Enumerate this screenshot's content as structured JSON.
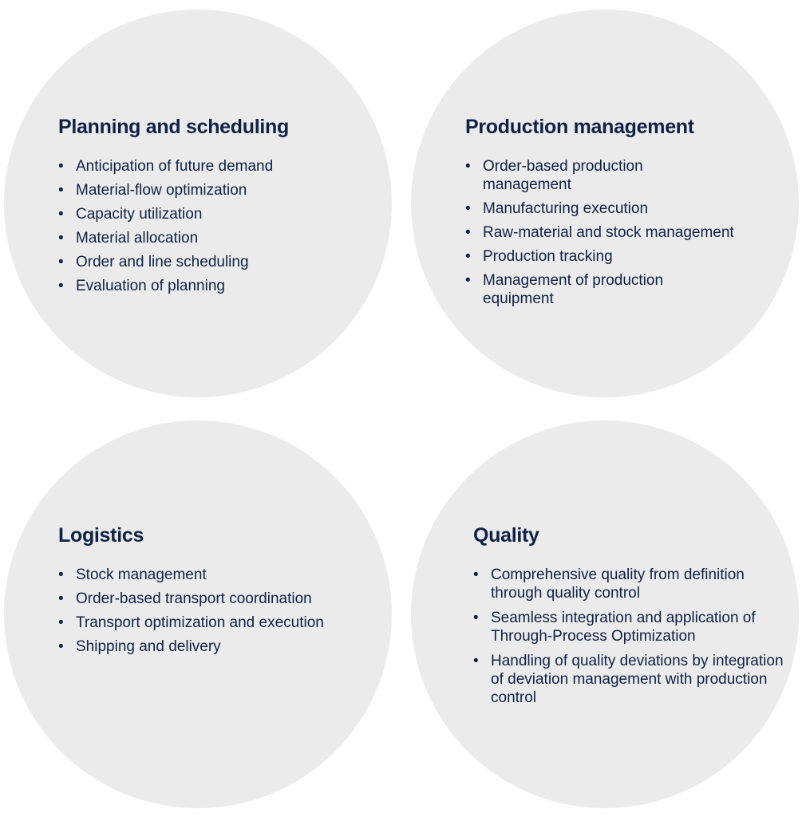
{
  "panels": {
    "planning": {
      "title": "Planning and scheduling",
      "items": [
        "Anticipation of future demand",
        "Material-flow optimization",
        "Capacity utilization",
        "Material allocation",
        "Order and line scheduling",
        "Evaluation of planning"
      ]
    },
    "production": {
      "title": "Production management",
      "items": [
        "Order-based production management",
        "Manufacturing execution",
        "Raw-material and stock management",
        "Production tracking",
        "Management of production equipment"
      ]
    },
    "logistics": {
      "title": "Logistics",
      "items": [
        "Stock management",
        "Order-based transport coordination",
        "Transport optimization and execution",
        "Shipping and delivery"
      ]
    },
    "quality": {
      "title": "Quality",
      "items": [
        "Comprehensive quality from definition through quality control",
        "Seamless integration and application of Through-Process Optimization",
        "Handling of quality deviations by integration of deviation management with production control"
      ]
    }
  },
  "bullet": "•",
  "colors": {
    "circle": "#ebebeb",
    "text": "#0f2147",
    "background": "#ffffff"
  }
}
